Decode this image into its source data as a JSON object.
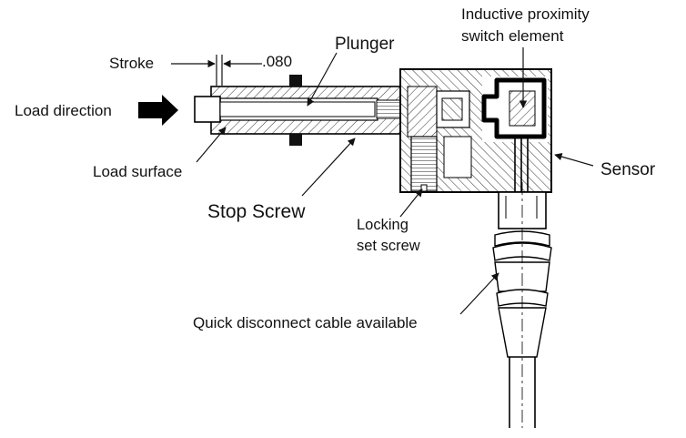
{
  "labels": {
    "inductive_line1": "Inductive proximity",
    "inductive_line2": "switch element",
    "plunger": "Plunger",
    "stroke": "Stroke",
    "stroke_value": ".080",
    "load_direction": "Load direction",
    "load_surface": "Load surface",
    "stop_screw": "Stop Screw",
    "sensor": "Sensor",
    "locking_line1": "Locking",
    "locking_line2": "set screw",
    "cable": "Quick disconnect cable available"
  },
  "colors": {
    "ink": "#111111",
    "background": "#ffffff"
  }
}
